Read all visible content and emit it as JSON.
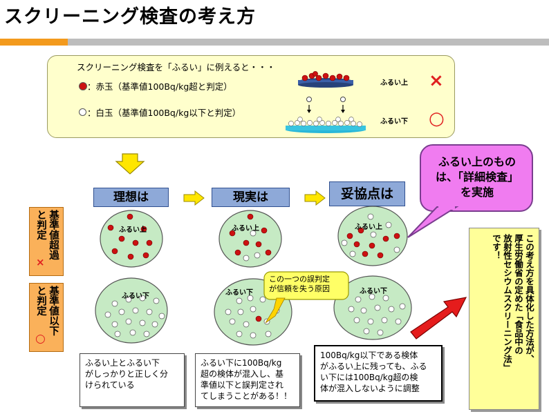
{
  "title": "スクリーニング検査の考え方",
  "intro": {
    "heading": "スクリーニング検査を「ふるい」に例えると・・・",
    "red_legend": "：赤玉（基準値100Bq/kg超と判定）",
    "white_legend": "：白玉（基準値100Bq/kg以下と判定）",
    "sieve_above": "ふるい上",
    "sieve_below": "ふるい下",
    "mark_above": "×",
    "mark_below": "○"
  },
  "columns": [
    {
      "header": "理想は"
    },
    {
      "header": "現実は"
    },
    {
      "header": "妥協点は"
    }
  ],
  "side_labels": {
    "upper_text": "基準値超過",
    "upper_prefix": "と判定",
    "upper_mark": "×",
    "lower_text": "基準値以下",
    "lower_prefix": "と判定",
    "lower_mark": "○"
  },
  "circle_labels": {
    "above": "ふるい上",
    "below": "ふるい下"
  },
  "callout_pink": {
    "line1": "ふるい上のもの",
    "line2": "は、「詳細検査」",
    "line3": "を実施"
  },
  "callout_yellow": {
    "line1": "この一つの誤判定",
    "line2": "が信頼を失う原因"
  },
  "notes": {
    "ideal": [
      "ふるい上とふるい下",
      "がしっかりと正しく分",
      "けられている"
    ],
    "reality": [
      "ふるい下に100Bq/kg",
      "超の検体が混入し、基",
      "準値以下と誤判定され",
      "てしまうことがある！！"
    ],
    "compromise": [
      "100Bq/kg以下である検体",
      "がふるい上に残っても、ふる",
      "い下には100Bq/kg超の検",
      "体が混入しないように調整"
    ]
  },
  "vertical_box": {
    "lines": [
      "この考え方を具体化した方法が、",
      "厚生労働省の定めた「食品中の",
      "放射性セシウムスクリーニング法」",
      "です！"
    ]
  },
  "colors": {
    "orange": "#f39a1d",
    "header_blue": "#8ea9d8",
    "pink": "#f07cf0",
    "red_ball": "#cc1111",
    "circle_green": "#c6eac4"
  }
}
